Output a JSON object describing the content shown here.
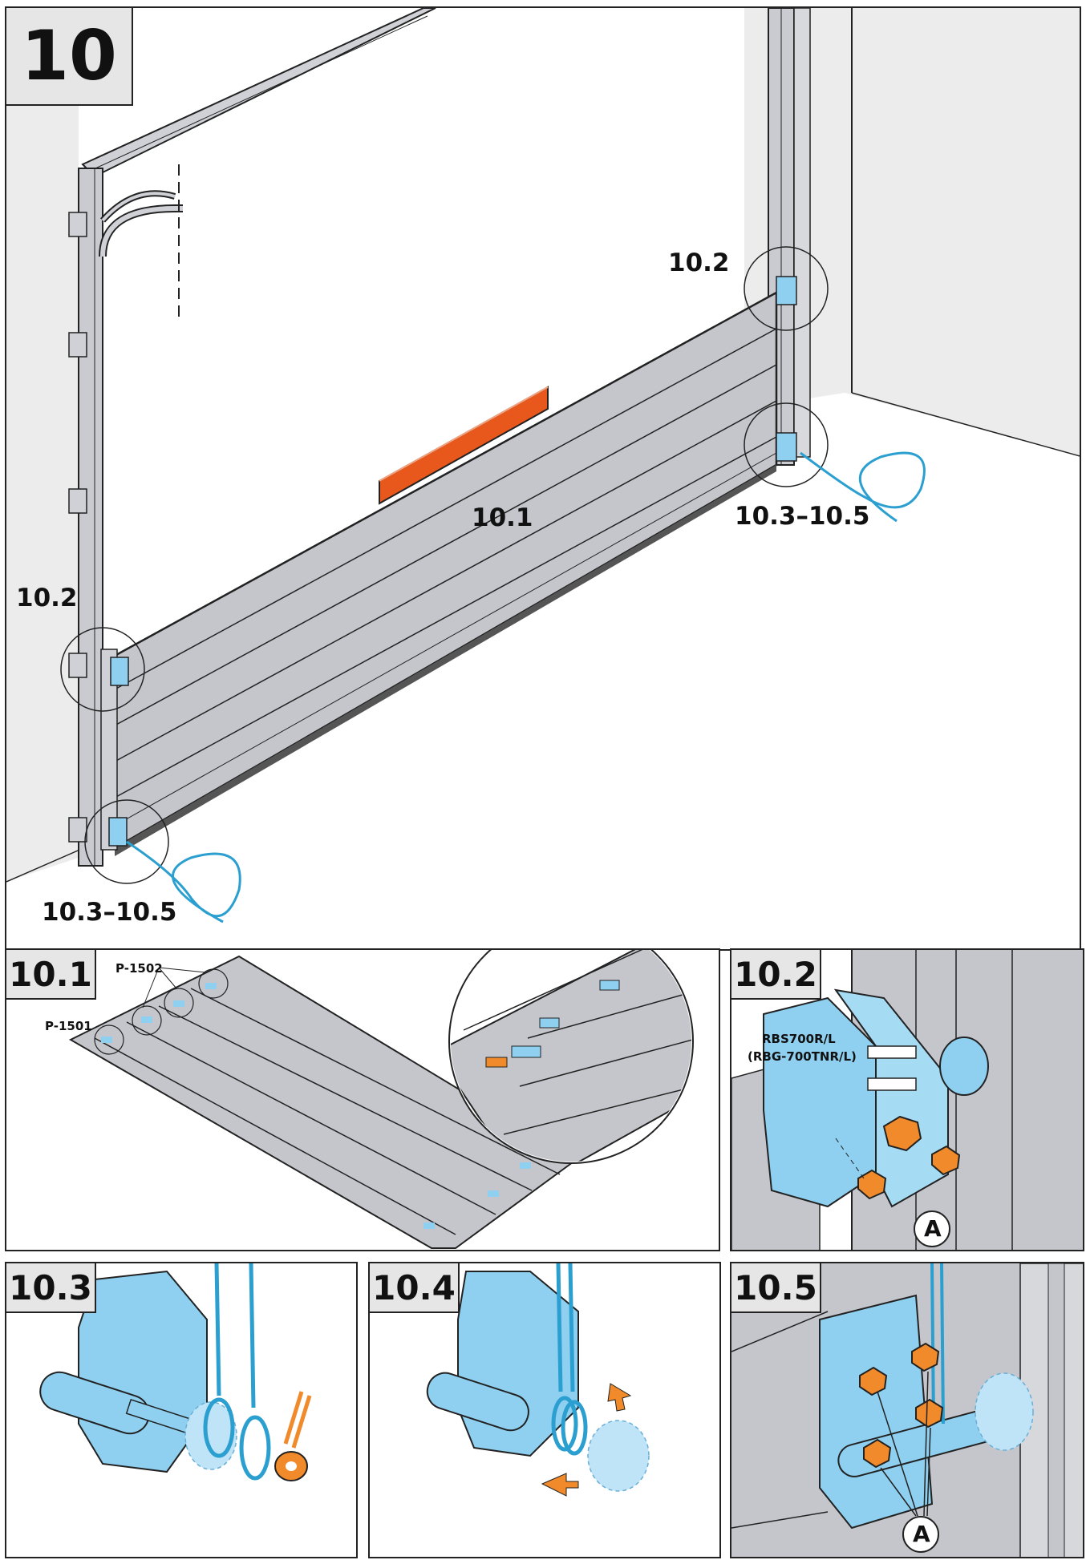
{
  "main": {
    "step_number": "10",
    "callouts": {
      "center": "10.1",
      "upper_right": "10.2",
      "left": "10.2",
      "lower_right": "10.3–10.5",
      "lower_left": "10.3–10.5"
    }
  },
  "detail_10_1": {
    "step": "10.1",
    "part_a": "P-1502",
    "part_b": "P-1501"
  },
  "detail_10_2": {
    "step": "10.2",
    "bracket_label": "RBS700R/L",
    "bracket_alt_label": "(RBG-700TNR/L)",
    "marker": "A"
  },
  "detail_10_3": {
    "step": "10.3"
  },
  "detail_10_4": {
    "step": "10.4"
  },
  "detail_10_5": {
    "step": "10.5",
    "marker": "A"
  },
  "colors": {
    "outline": "#222222",
    "panel_grey": "#c4c6cc",
    "wall_grey": "#e9e9ea",
    "level_orange": "#e8581c",
    "part_blue": "#8fd0f0",
    "cable_blue": "#2a9fd0",
    "fastener_orange": "#f08a2a"
  }
}
